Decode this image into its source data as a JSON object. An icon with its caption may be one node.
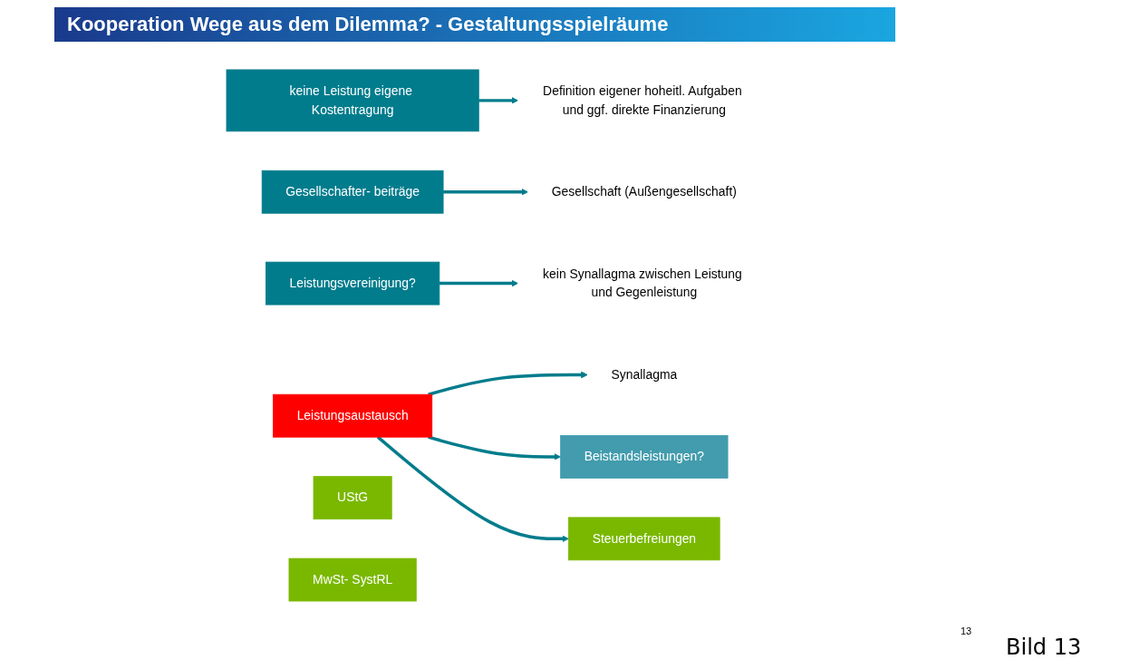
{
  "diagram": {
    "title": "Kooperation Wege aus dem Dilemma? - Gestaltungsspielräume",
    "nodes": [
      {
        "text": [
          "keine Leistung eigene Kostentragung"
        ]
      },
      {
        "text": [
          "Definition eigener hoheitl. Aufgaben und ggf. direkte Finanzierung"
        ]
      },
      {
        "text": [
          "Gesellschafter- beiträge"
        ]
      },
      {
        "text": [
          "Gesellschaft (Außengesellschaft)"
        ]
      },
      {
        "text": [
          "Leistungsvereinigung?"
        ]
      },
      {
        "text": [
          "kein Synallagma zwischen Leistung und Gegenleistung"
        ]
      },
      {
        "text": [
          "Leistungsaustausch"
        ]
      },
      {
        "text": [
          "Synallagma"
        ]
      },
      {
        "text": [
          "Beistandsleistungen?"
        ]
      },
      {
        "text": [
          "Steuerbefreiungen"
        ]
      },
      {
        "text": [
          "UStG"
        ]
      },
      {
        "text": [
          "MwSt- SystRL"
        ]
      }
    ],
    "edges": [
      {
        "from": 0,
        "to": 1,
        "arrow": "to"
      },
      {
        "from": 2,
        "to": 3,
        "arrow": "to"
      },
      {
        "from": 4,
        "to": 5,
        "arrow": "to"
      },
      {
        "from": 6,
        "to": 7,
        "arrow": "to"
      },
      {
        "from": 6,
        "to": 8,
        "arrow": "to"
      },
      {
        "from": 6,
        "to": 9,
        "arrow": "to"
      }
    ],
    "labels": [
      "13",
      "Bild 13"
    ]
  }
}
